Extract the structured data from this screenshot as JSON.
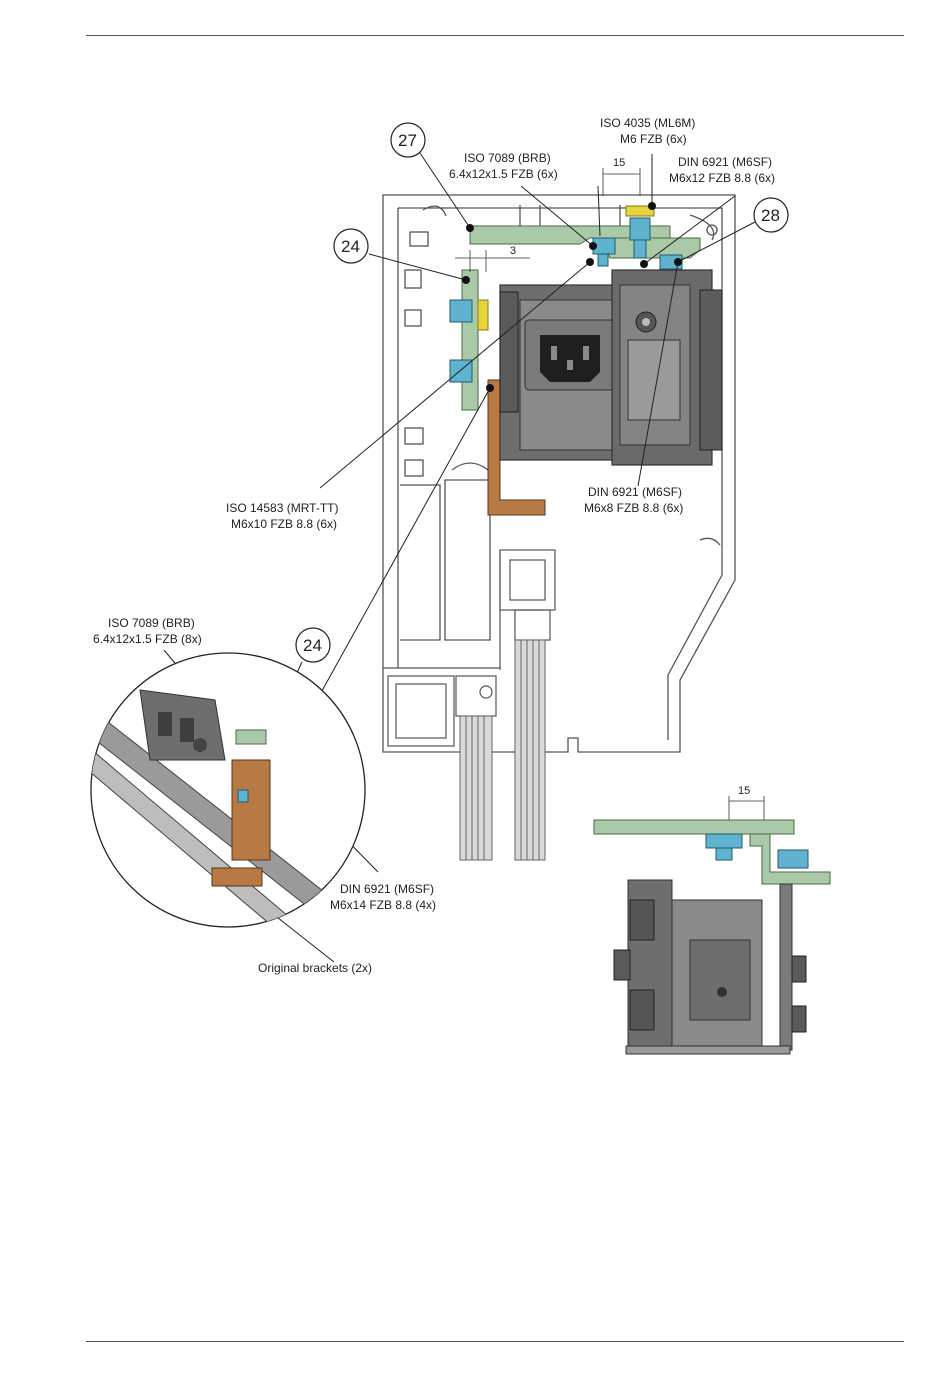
{
  "callouts": {
    "c27": "27",
    "c24a": "24",
    "c28": "28",
    "c24b": "24"
  },
  "labels": {
    "iso4035": [
      "ISO 4035 (ML6M)",
      "M6 FZB (6x)"
    ],
    "iso7089_top": [
      "ISO 7089 (BRB)",
      "6.4x12x1.5 FZB (6x)"
    ],
    "din6921_top": [
      "DIN 6921 (M6SF)",
      "M6x12 FZB 8.8 (6x)"
    ],
    "iso14583": [
      "ISO 14583 (MRT-TT)",
      "M6x10 FZB 8.8 (6x)"
    ],
    "din6921_mid": [
      "DIN 6921 (M6SF)",
      "M6x8 FZB 8.8 (6x)"
    ],
    "iso7089_detail": [
      "ISO 7089 (BRB)",
      "6.4x12x1.5 FZB (8x)"
    ],
    "din6921_detail": [
      "DIN 6921 (M6SF)",
      "M6x14 FZB 8.8 (4x)"
    ],
    "brackets": "Original brackets (2x)"
  },
  "dimensions": {
    "top_15": "15",
    "gap_3": "3",
    "inset_15": "15"
  },
  "colors": {
    "bracket_green": "#a9c9a9",
    "bolt_blue": "#5fb3cf",
    "nut_yellow": "#e6d43c",
    "copper": "#b77a45",
    "housing_gray": "#6e6e6e",
    "profile_line": "#555555"
  }
}
